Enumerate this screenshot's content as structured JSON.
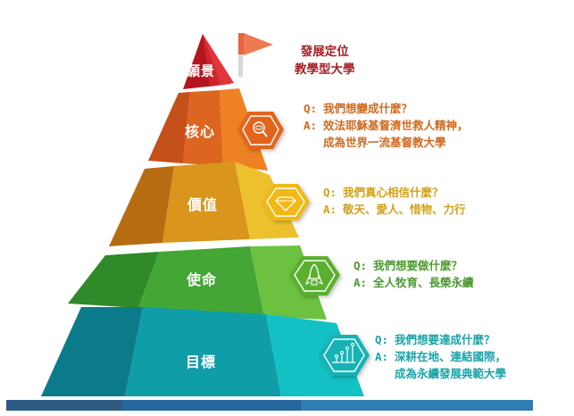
{
  "pyramid": {
    "layers": [
      {
        "label": "願景",
        "colors": [
          "#b5151e",
          "#d1232b",
          "#e0353a"
        ]
      },
      {
        "label": "核心",
        "colors": [
          "#c5501a",
          "#dc6520",
          "#ee8223"
        ]
      },
      {
        "label": "價值",
        "colors": [
          "#b86c12",
          "#d9951c",
          "#edc02e"
        ]
      },
      {
        "label": "使命",
        "colors": [
          "#2f8a2a",
          "#44a634",
          "#6cc240"
        ]
      },
      {
        "label": "目標",
        "colors": [
          "#0b7a8a",
          "#0f9da8",
          "#13c1c4"
        ]
      }
    ],
    "base_bar_colors": [
      "#2d5b84",
      "#25679e",
      "#2f7fb5"
    ]
  },
  "vision_note": {
    "icon": "flag-icon",
    "line1": "發展定位",
    "line2": "教學型大學",
    "color": "#a31f24"
  },
  "qa_blocks": [
    {
      "layer": "核心",
      "icon": "magnifier-eye-icon",
      "color": "#d2691e",
      "q_prefix": "Q:",
      "q": "我們想變成什麼？",
      "a_prefix": "A:",
      "a_lines": [
        "效法耶穌基督濟世救人精神，",
        "成為世界一流基督教大學"
      ]
    },
    {
      "layer": "價值",
      "icon": "diamond-icon",
      "color": "#d4a017",
      "q_prefix": "Q:",
      "q": "我們真心相信什麼？",
      "a_prefix": "A:",
      "a_lines": [
        "敬天、愛人、惜物、力行"
      ]
    },
    {
      "layer": "使命",
      "icon": "rocket-icon",
      "color": "#4a9a2e",
      "q_prefix": "Q:",
      "q": "我們想要做什麼？",
      "a_prefix": "A:",
      "a_lines": [
        "全人牧育、長榮永續"
      ]
    },
    {
      "layer": "目標",
      "icon": "growth-chart-icon",
      "color": "#1aa3a8",
      "q_prefix": "Q:",
      "q": "我們想要達成什麼？",
      "a_prefix": "A:",
      "a_lines": [
        "深耕在地、連結國際，",
        "成為永續發展典範大學"
      ]
    }
  ]
}
